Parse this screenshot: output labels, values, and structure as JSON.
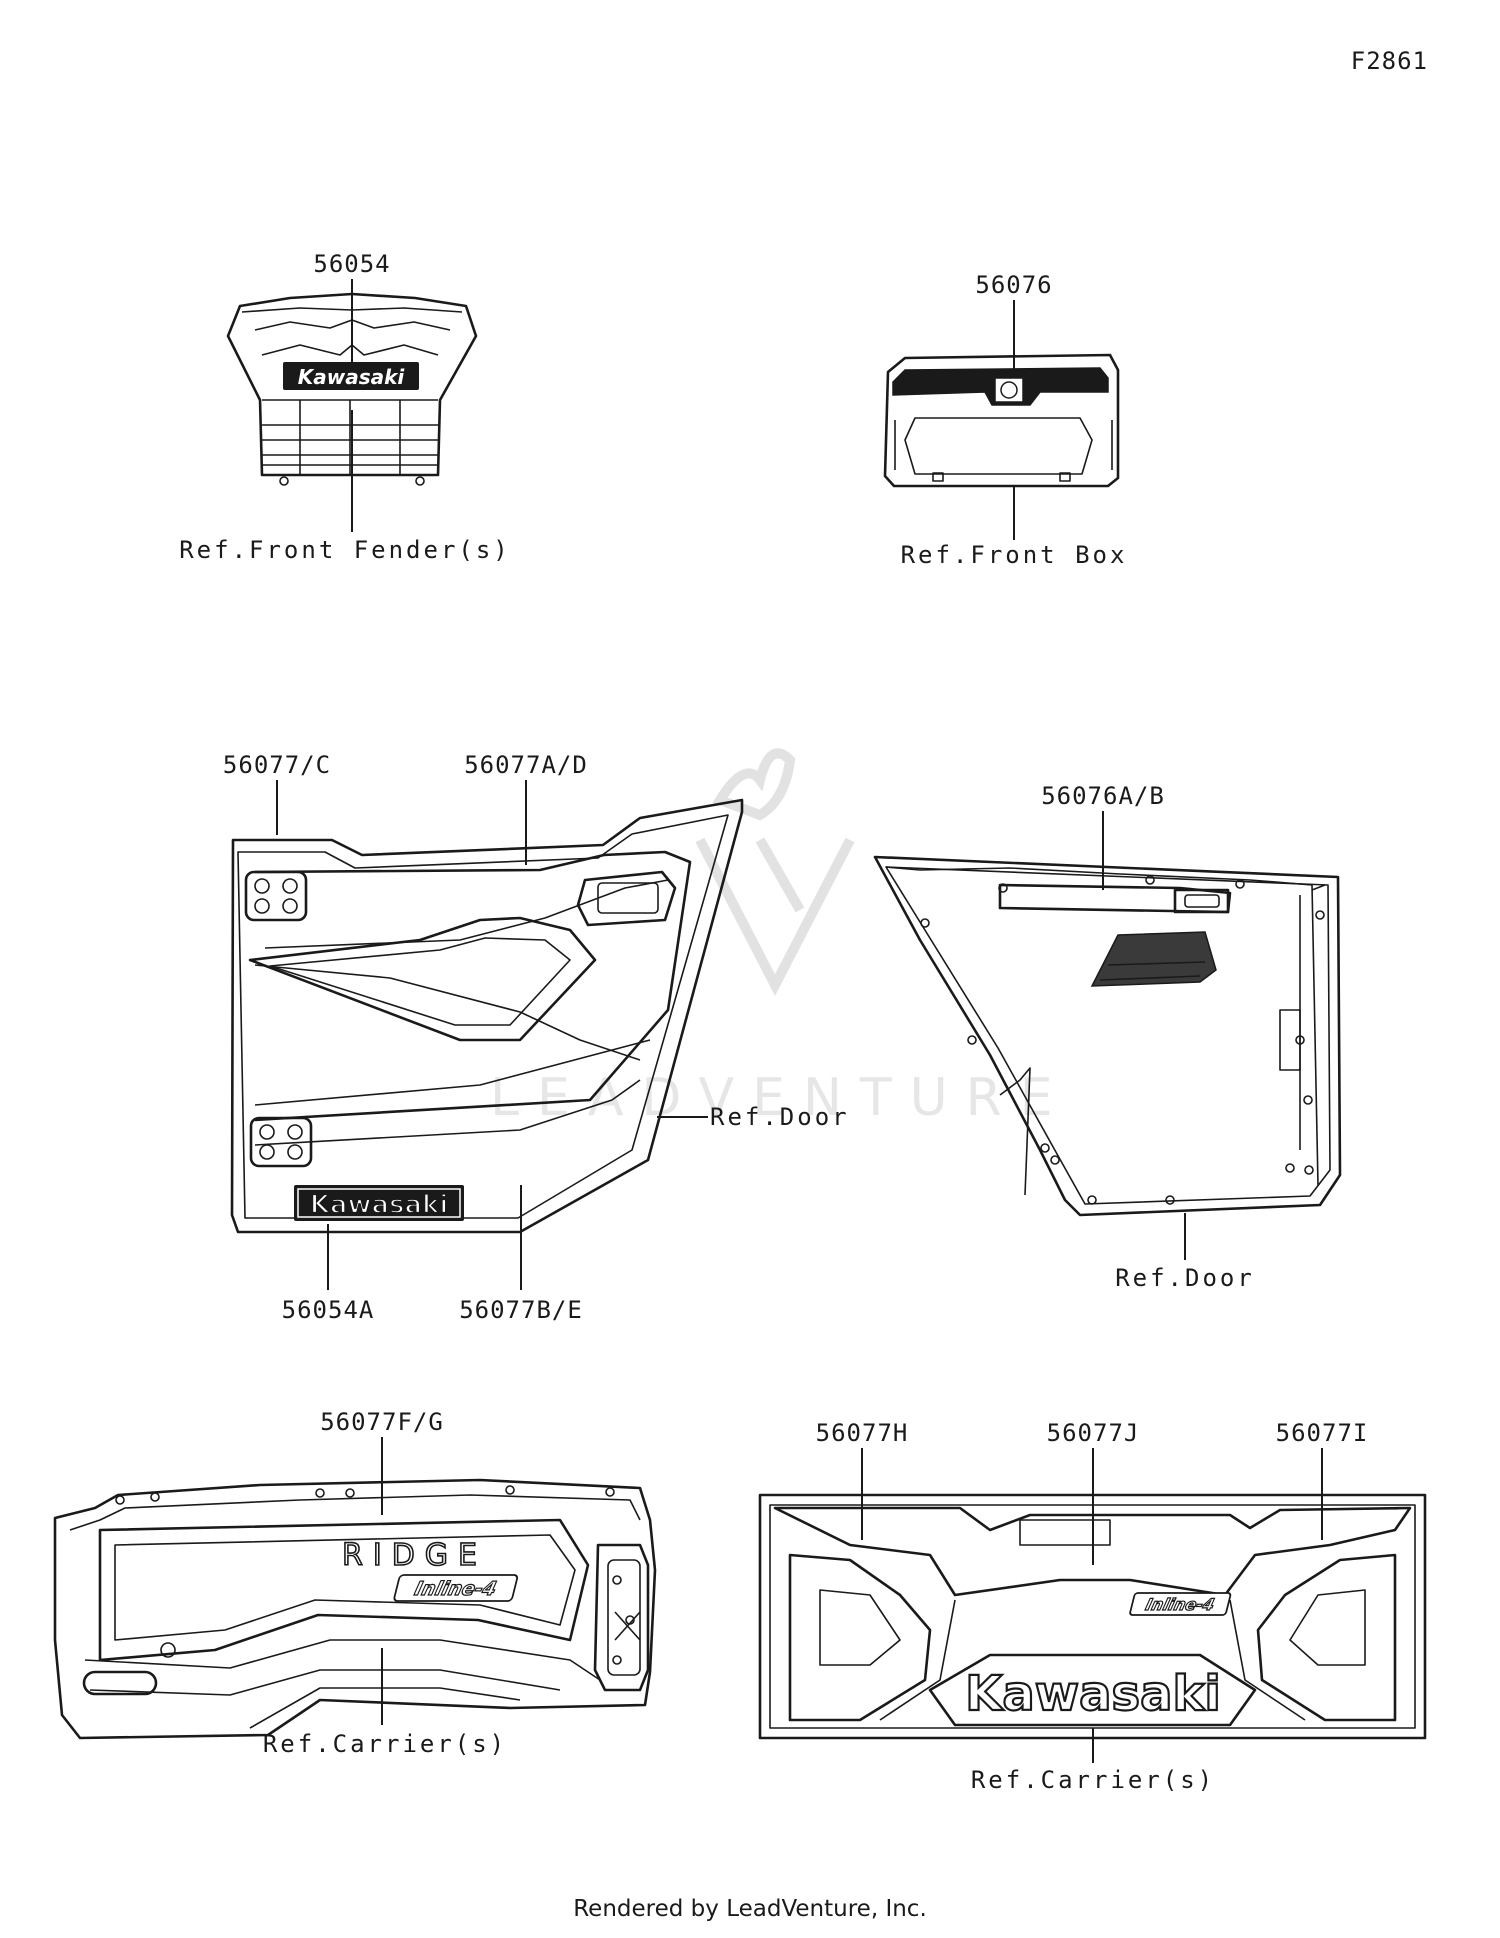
{
  "figure_id": "F2861",
  "footer": "Rendered by LeadVenture, Inc.",
  "watermark": "LEADVENTURE",
  "parts": {
    "front_fender_decal": {
      "number": "56054",
      "logo": "Kawasaki",
      "ref": "Ref.Front Fender(s)"
    },
    "front_box_decal": {
      "number": "56076",
      "ref": "Ref.Front Box"
    },
    "door_outer": {
      "label_c": "56077/C",
      "label_ad": "56077A/D",
      "label_a": "56054A",
      "label_be": "56077B/E",
      "logo": "Kawasaki",
      "ref": "Ref.Door"
    },
    "door_inner": {
      "number": "56076A/B",
      "ref": "Ref.Door"
    },
    "carrier_side": {
      "number": "56077F/G",
      "brand": "RIDGE",
      "badge": "Inline-4",
      "ref": "Ref.Carrier(s)"
    },
    "carrier_rear": {
      "label_h": "56077H",
      "label_j": "56077J",
      "label_i": "56077I",
      "badge": "Inline-4",
      "logo": "Kawasaki",
      "ref": "Ref.Carrier(s)"
    }
  }
}
